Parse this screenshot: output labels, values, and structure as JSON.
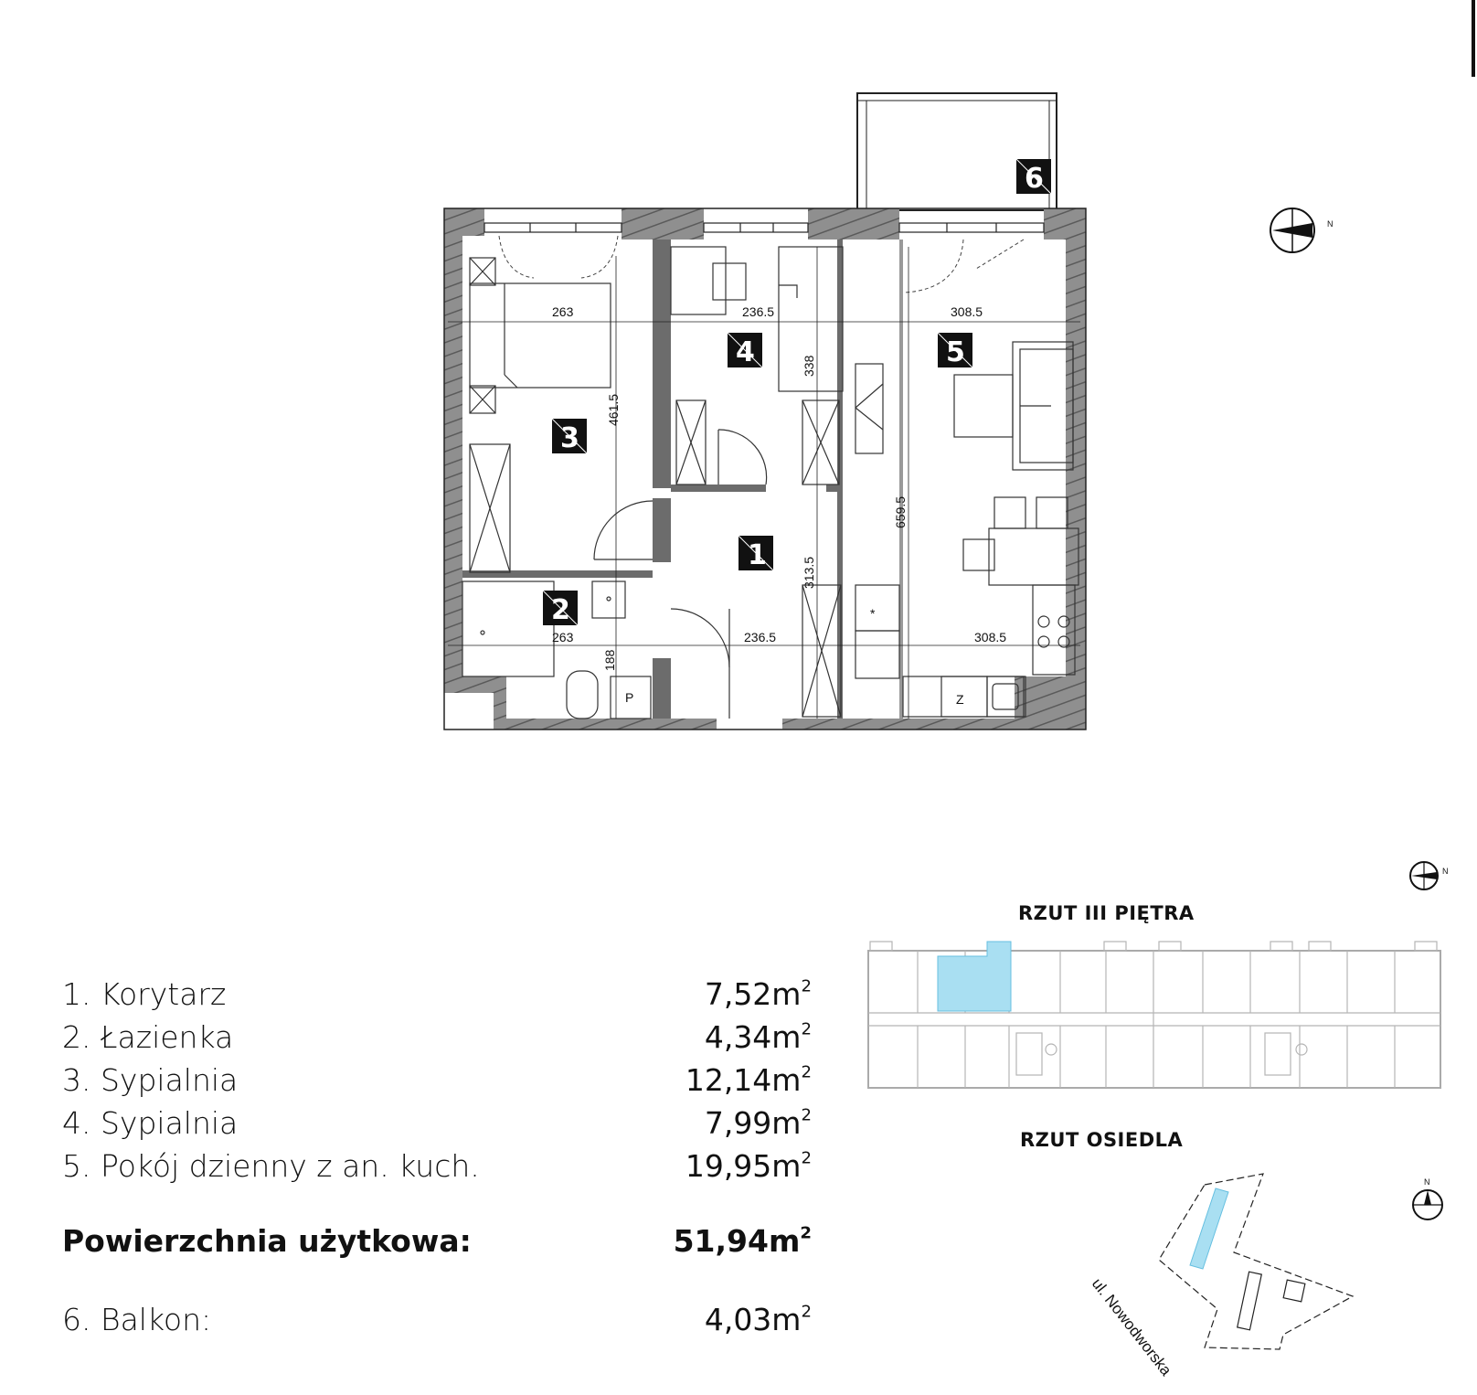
{
  "rooms": [
    {
      "num": "1",
      "label": "1. Korytarz",
      "area": "7,52m",
      "unit": "2"
    },
    {
      "num": "2",
      "label": "2. Łazienka",
      "area": "4,34m",
      "unit": "2"
    },
    {
      "num": "3",
      "label": "3. Sypialnia",
      "area": "12,14m",
      "unit": "2"
    },
    {
      "num": "4",
      "label": "4. Sypialnia",
      "area": "7,99m",
      "unit": "2"
    },
    {
      "num": "5",
      "label": "5. Pokój dzienny z an. kuch.",
      "area": "19,95m",
      "unit": "2"
    }
  ],
  "total": {
    "label": "Powierzchnia użytkowa:",
    "area": "51,94m",
    "unit": "2"
  },
  "balcony": {
    "num": "6",
    "label": "6. Balkon:",
    "area": "4,03m",
    "unit": "2"
  },
  "dimensions": {
    "d263_top": "263",
    "d2365_top": "236.5",
    "d3085_top": "308.5",
    "d4615": "461.5",
    "d338": "338",
    "d6595": "659.5",
    "d3135": "313.5",
    "d263_bot": "263",
    "d2365_bot": "236.5",
    "d3085_bot": "308.5",
    "d188": "188"
  },
  "fixtures": {
    "p": "P",
    "z": "Z",
    "star": "*"
  },
  "floor_plan_title": "RZUT III PIĘTRA",
  "site_plan_title": "RZUT OSIEDLA",
  "street_name": "ul. Nowodworska",
  "north_label": "N",
  "colors": {
    "walls": "#8c8c8c",
    "wall_dark": "#3a3a3a",
    "highlight": "#a9dff2",
    "text": "#111111"
  }
}
